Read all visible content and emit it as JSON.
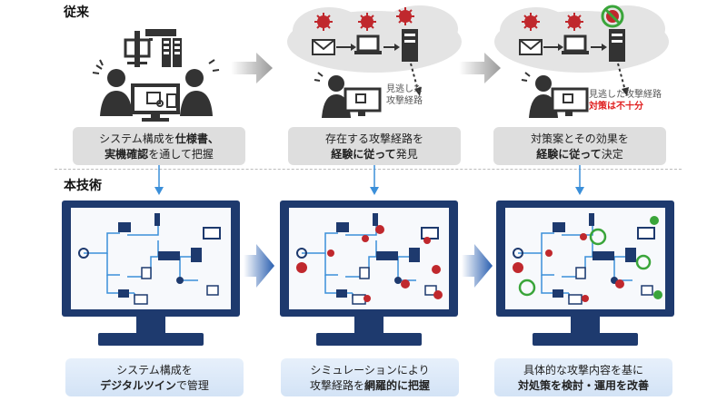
{
  "sections": {
    "conventional": "従来",
    "this_technology": "本技術"
  },
  "conventional_steps": [
    {
      "line1_pre": "システム構成を",
      "line1_bold": "仕様書、",
      "line2_bold": "実機確認",
      "line2_post": "を通して把握"
    },
    {
      "line1_pre": "存在する攻撃経路を",
      "line2_bold": "経験に従って",
      "line2_post": "発見"
    },
    {
      "line1_pre": "対策案とその効果を",
      "line2_bold": "経験に従って",
      "line2_post": "決定"
    }
  ],
  "notes": {
    "step2": [
      "見逃した",
      "攻撃経路"
    ],
    "step3_line1": "見逃した攻撃経路",
    "step3_line2": "対策は不十分"
  },
  "technology_steps": [
    {
      "line1": "システム構成を",
      "line2_bold": "デジタルツイン",
      "line2_post": "で管理"
    },
    {
      "line1": "シミュレーションにより",
      "line2_pre": "攻撃経路を",
      "line2_bold": "網羅的に把握"
    },
    {
      "line1": "具体的な攻撃内容を基に",
      "line2_bold": "対処策を検討・運用を改善"
    }
  ],
  "colors": {
    "navy": "#1e3a6e",
    "arrow_blue": "#3b8fd9",
    "threat_red": "#c0282d",
    "box_gray": "#dedede",
    "ok_green": "#3aa53a"
  },
  "icons": [
    "server-rack-icon",
    "computer-icon",
    "person-icon",
    "virus-icon",
    "envelope-icon",
    "laptop-icon",
    "server-icon",
    "cloud-icon",
    "router-icon",
    "folder-icon",
    "key-icon"
  ]
}
